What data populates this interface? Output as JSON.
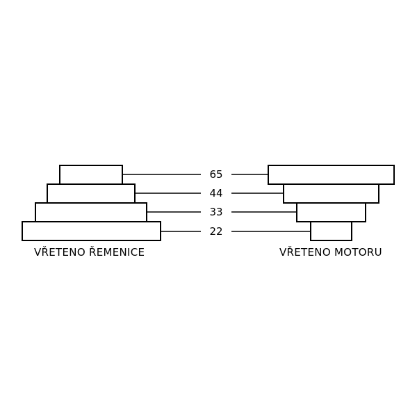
{
  "captions": {
    "left": "VŘETENO ŘEMENICE",
    "right": "VŘETENO MOTORU"
  },
  "speeds": [
    "65",
    "44",
    "33",
    "22"
  ]
}
